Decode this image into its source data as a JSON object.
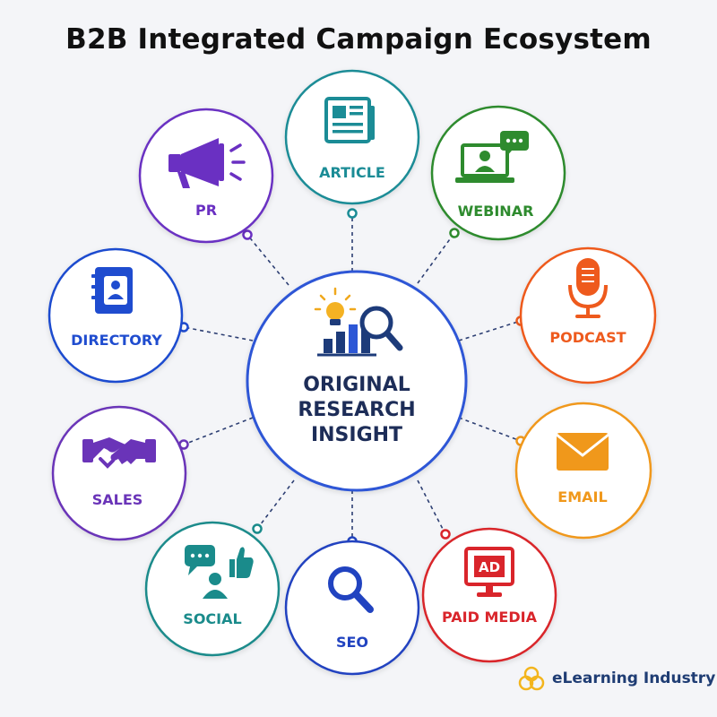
{
  "title": "B2B Integrated Campaign Ecosystem",
  "center": {
    "lines": [
      "ORIGINAL",
      "RESEARCH",
      "INSIGHT"
    ],
    "color": "#2d57d6"
  },
  "nodes": [
    {
      "id": "article",
      "label": "ARTICLE",
      "color": "#1b8c96",
      "icon": "newspaper-icon"
    },
    {
      "id": "webinar",
      "label": "WEBINAR",
      "color": "#2e8b2e",
      "icon": "laptop-chat-icon"
    },
    {
      "id": "podcast",
      "label": "PODCAST",
      "color": "#ee5a1d",
      "icon": "microphone-icon"
    },
    {
      "id": "email",
      "label": "EMAIL",
      "color": "#f0981b",
      "icon": "envelope-icon"
    },
    {
      "id": "paid-media",
      "label": "PAID MEDIA",
      "color": "#d9252b",
      "icon": "ad-monitor-icon"
    },
    {
      "id": "seo",
      "label": "SEO",
      "color": "#2143c0",
      "icon": "magnifier-icon"
    },
    {
      "id": "social",
      "label": "SOCIAL",
      "color": "#1a8b8b",
      "icon": "social-chat-icon"
    },
    {
      "id": "sales",
      "label": "SALES",
      "color": "#6a34b8",
      "icon": "handshake-icon"
    },
    {
      "id": "directory",
      "label": "DIRECTORY",
      "color": "#1f4ccf",
      "icon": "address-book-icon"
    },
    {
      "id": "pr",
      "label": "PR",
      "color": "#6a30c2",
      "icon": "megaphone-icon"
    }
  ],
  "logo": {
    "text": "eLearning Industry",
    "color": "#f3b51d"
  }
}
